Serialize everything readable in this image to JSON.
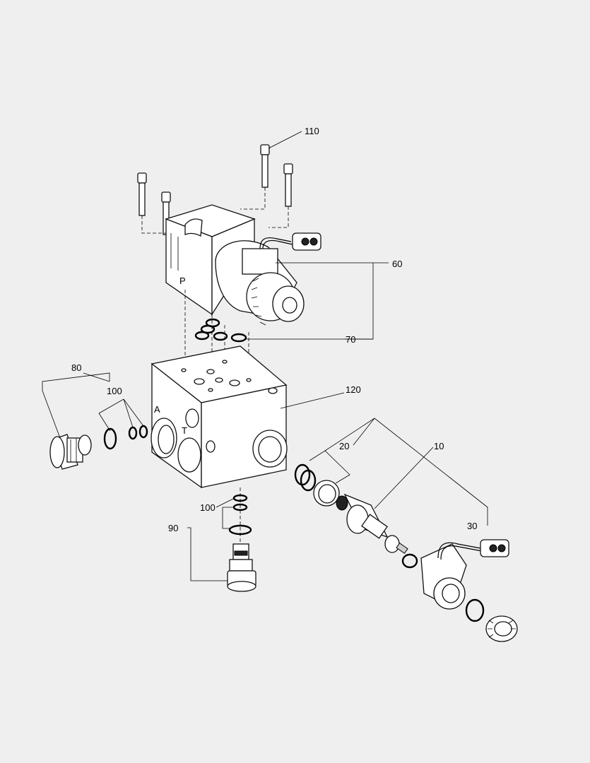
{
  "callouts": {
    "c110": "110",
    "c60": "60",
    "c70": "70",
    "c80": "80",
    "c100a": "100",
    "c120": "120",
    "c20": "20",
    "c10": "10",
    "c100b": "100",
    "c90": "90",
    "c30": "30"
  },
  "block_marks": {
    "p_top": "P",
    "a_side": "A",
    "t_side": "T"
  }
}
